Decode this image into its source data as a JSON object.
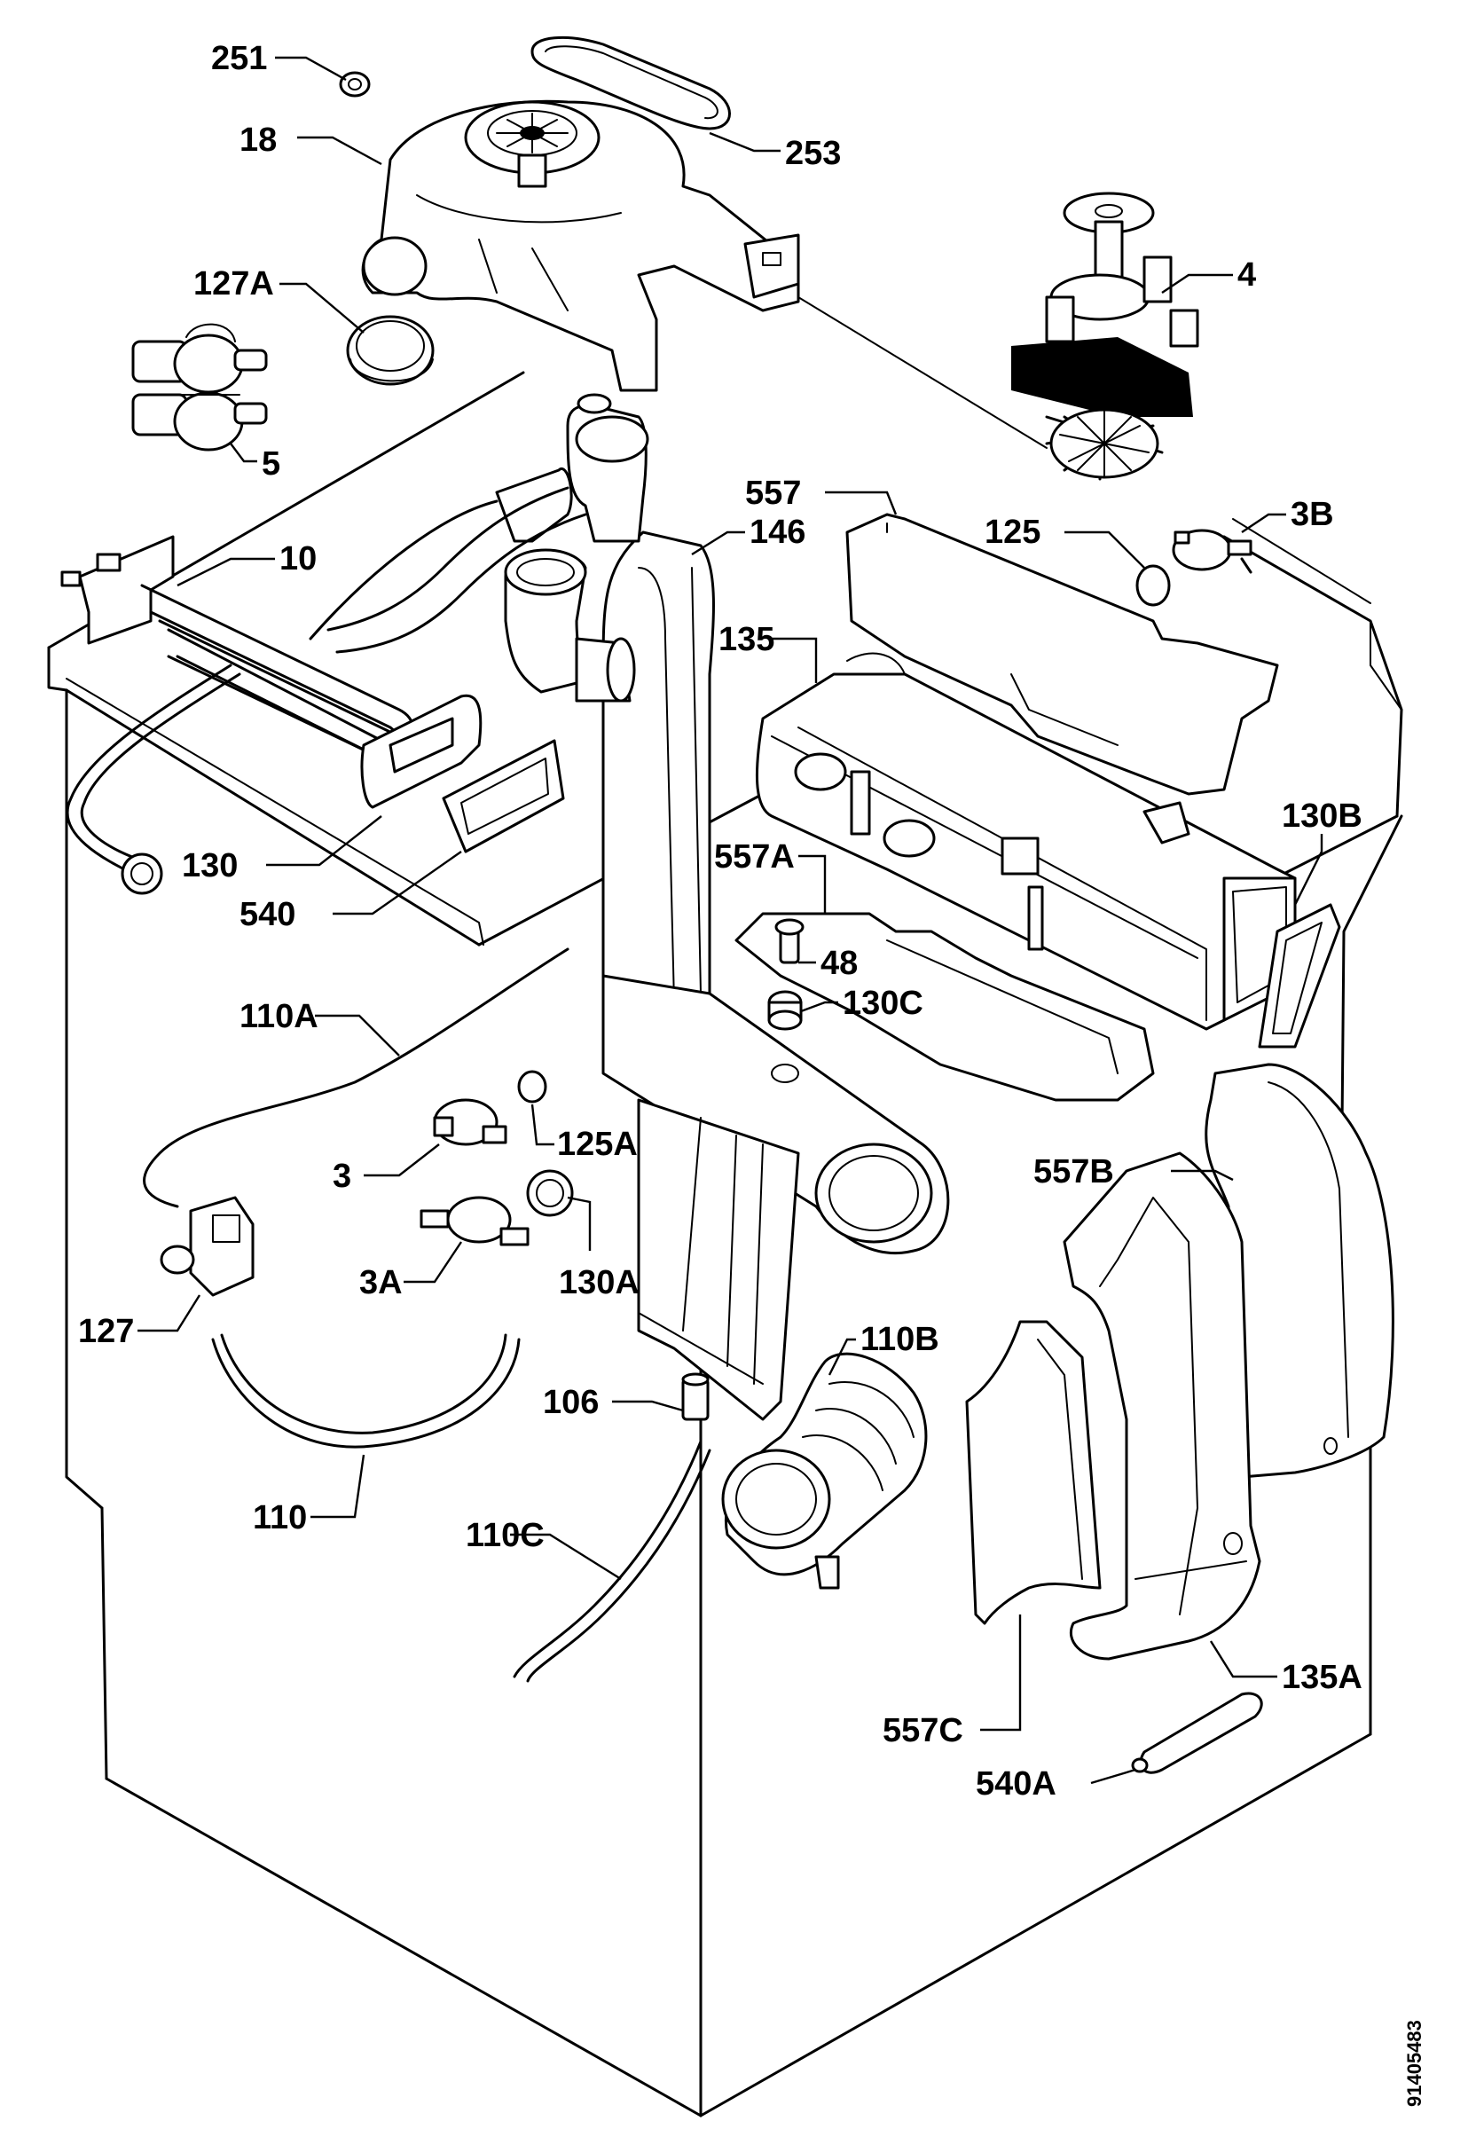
{
  "labels": {
    "p251": "251",
    "p253": "253",
    "p18": "18",
    "p127A": "127A",
    "p4": "4",
    "p5": "5",
    "p557": "557",
    "p146": "146",
    "p125": "125",
    "p3B": "3B",
    "p10": "10",
    "p135": "135",
    "p130B": "130B",
    "p557A": "557A",
    "p130": "130",
    "p48": "48",
    "p540": "540",
    "p130C": "130C",
    "p110A": "110A",
    "p125A": "125A",
    "p3": "3",
    "p557B": "557B",
    "p3A": "3A",
    "p130A": "130A",
    "p127": "127",
    "p110B": "110B",
    "p106": "106",
    "p110": "110",
    "p110C": "110C",
    "p135A": "135A",
    "p557C": "557C",
    "p540A": "540A"
  },
  "document_number": "91405483"
}
